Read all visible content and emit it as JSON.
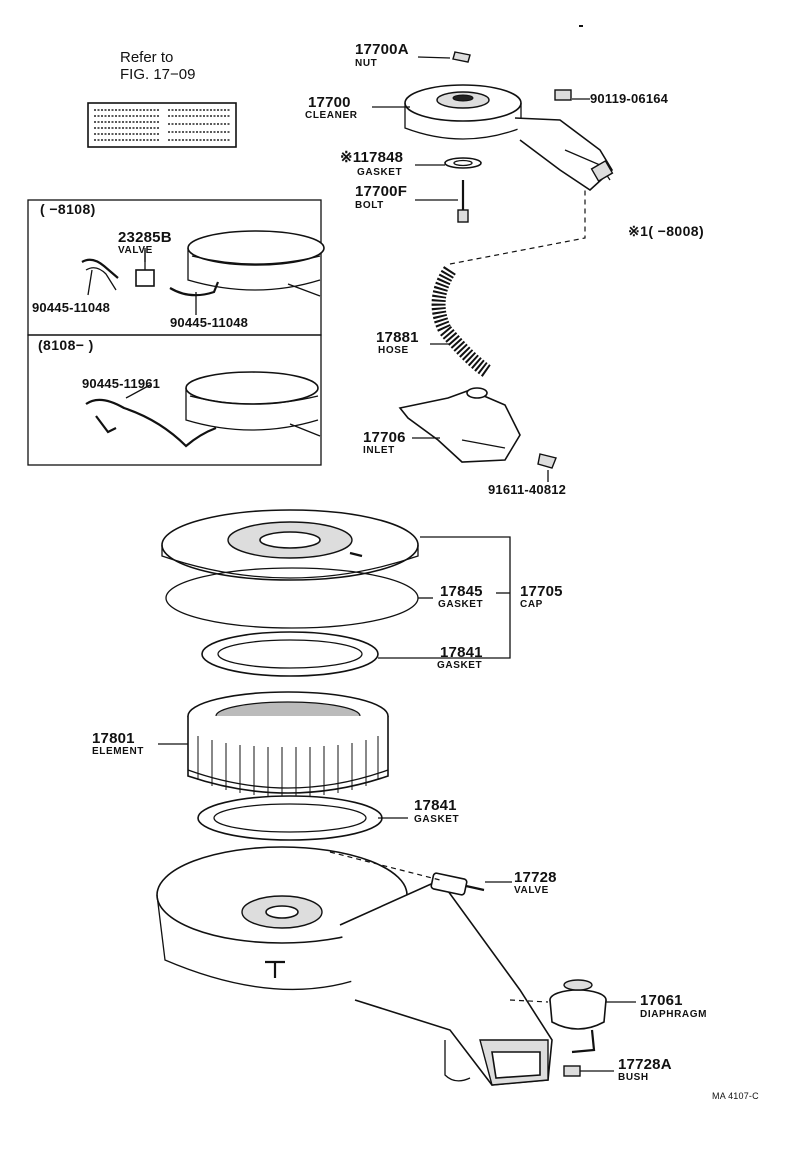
{
  "reference": {
    "line1": "Refer to",
    "line2": "FIG. 17−09"
  },
  "boxes": {
    "box1": {
      "title": "(        −8108)"
    },
    "box2": {
      "title": "(8108−        )"
    }
  },
  "note": {
    "text": "※1(        −8008)"
  },
  "parts": {
    "p17700A": {
      "number": "17700A",
      "name": "NUT"
    },
    "p90119": {
      "number": "90119-06164"
    },
    "p17700": {
      "number": "17700",
      "name": "CLEANER"
    },
    "p117848": {
      "number": "※117848",
      "name": "GASKET"
    },
    "p17700F": {
      "number": "17700F",
      "name": "BOLT"
    },
    "p23285B": {
      "number": "23285B",
      "name": "VALVE"
    },
    "p90445a": {
      "number": "90445-11048"
    },
    "p90445b": {
      "number": "90445-11048"
    },
    "p90445c": {
      "number": "90445-11961"
    },
    "p17881": {
      "number": "17881",
      "name": "HOSE"
    },
    "p17706": {
      "number": "17706",
      "name": "INLET"
    },
    "p91611": {
      "number": "91611-40812"
    },
    "p17845": {
      "number": "17845",
      "name": "GASKET"
    },
    "p17705": {
      "number": "17705",
      "name": "CAP"
    },
    "p17841a": {
      "number": "17841",
      "name": "GASKET"
    },
    "p17801": {
      "number": "17801",
      "name": "ELEMENT"
    },
    "p17841b": {
      "number": "17841",
      "name": "GASKET"
    },
    "p17728": {
      "number": "17728",
      "name": "VALVE"
    },
    "p17061": {
      "number": "17061",
      "name": "DIAPHRAGM"
    },
    "p17728A": {
      "number": "17728A",
      "name": "BUSH"
    }
  },
  "code": "MA 4107-C"
}
